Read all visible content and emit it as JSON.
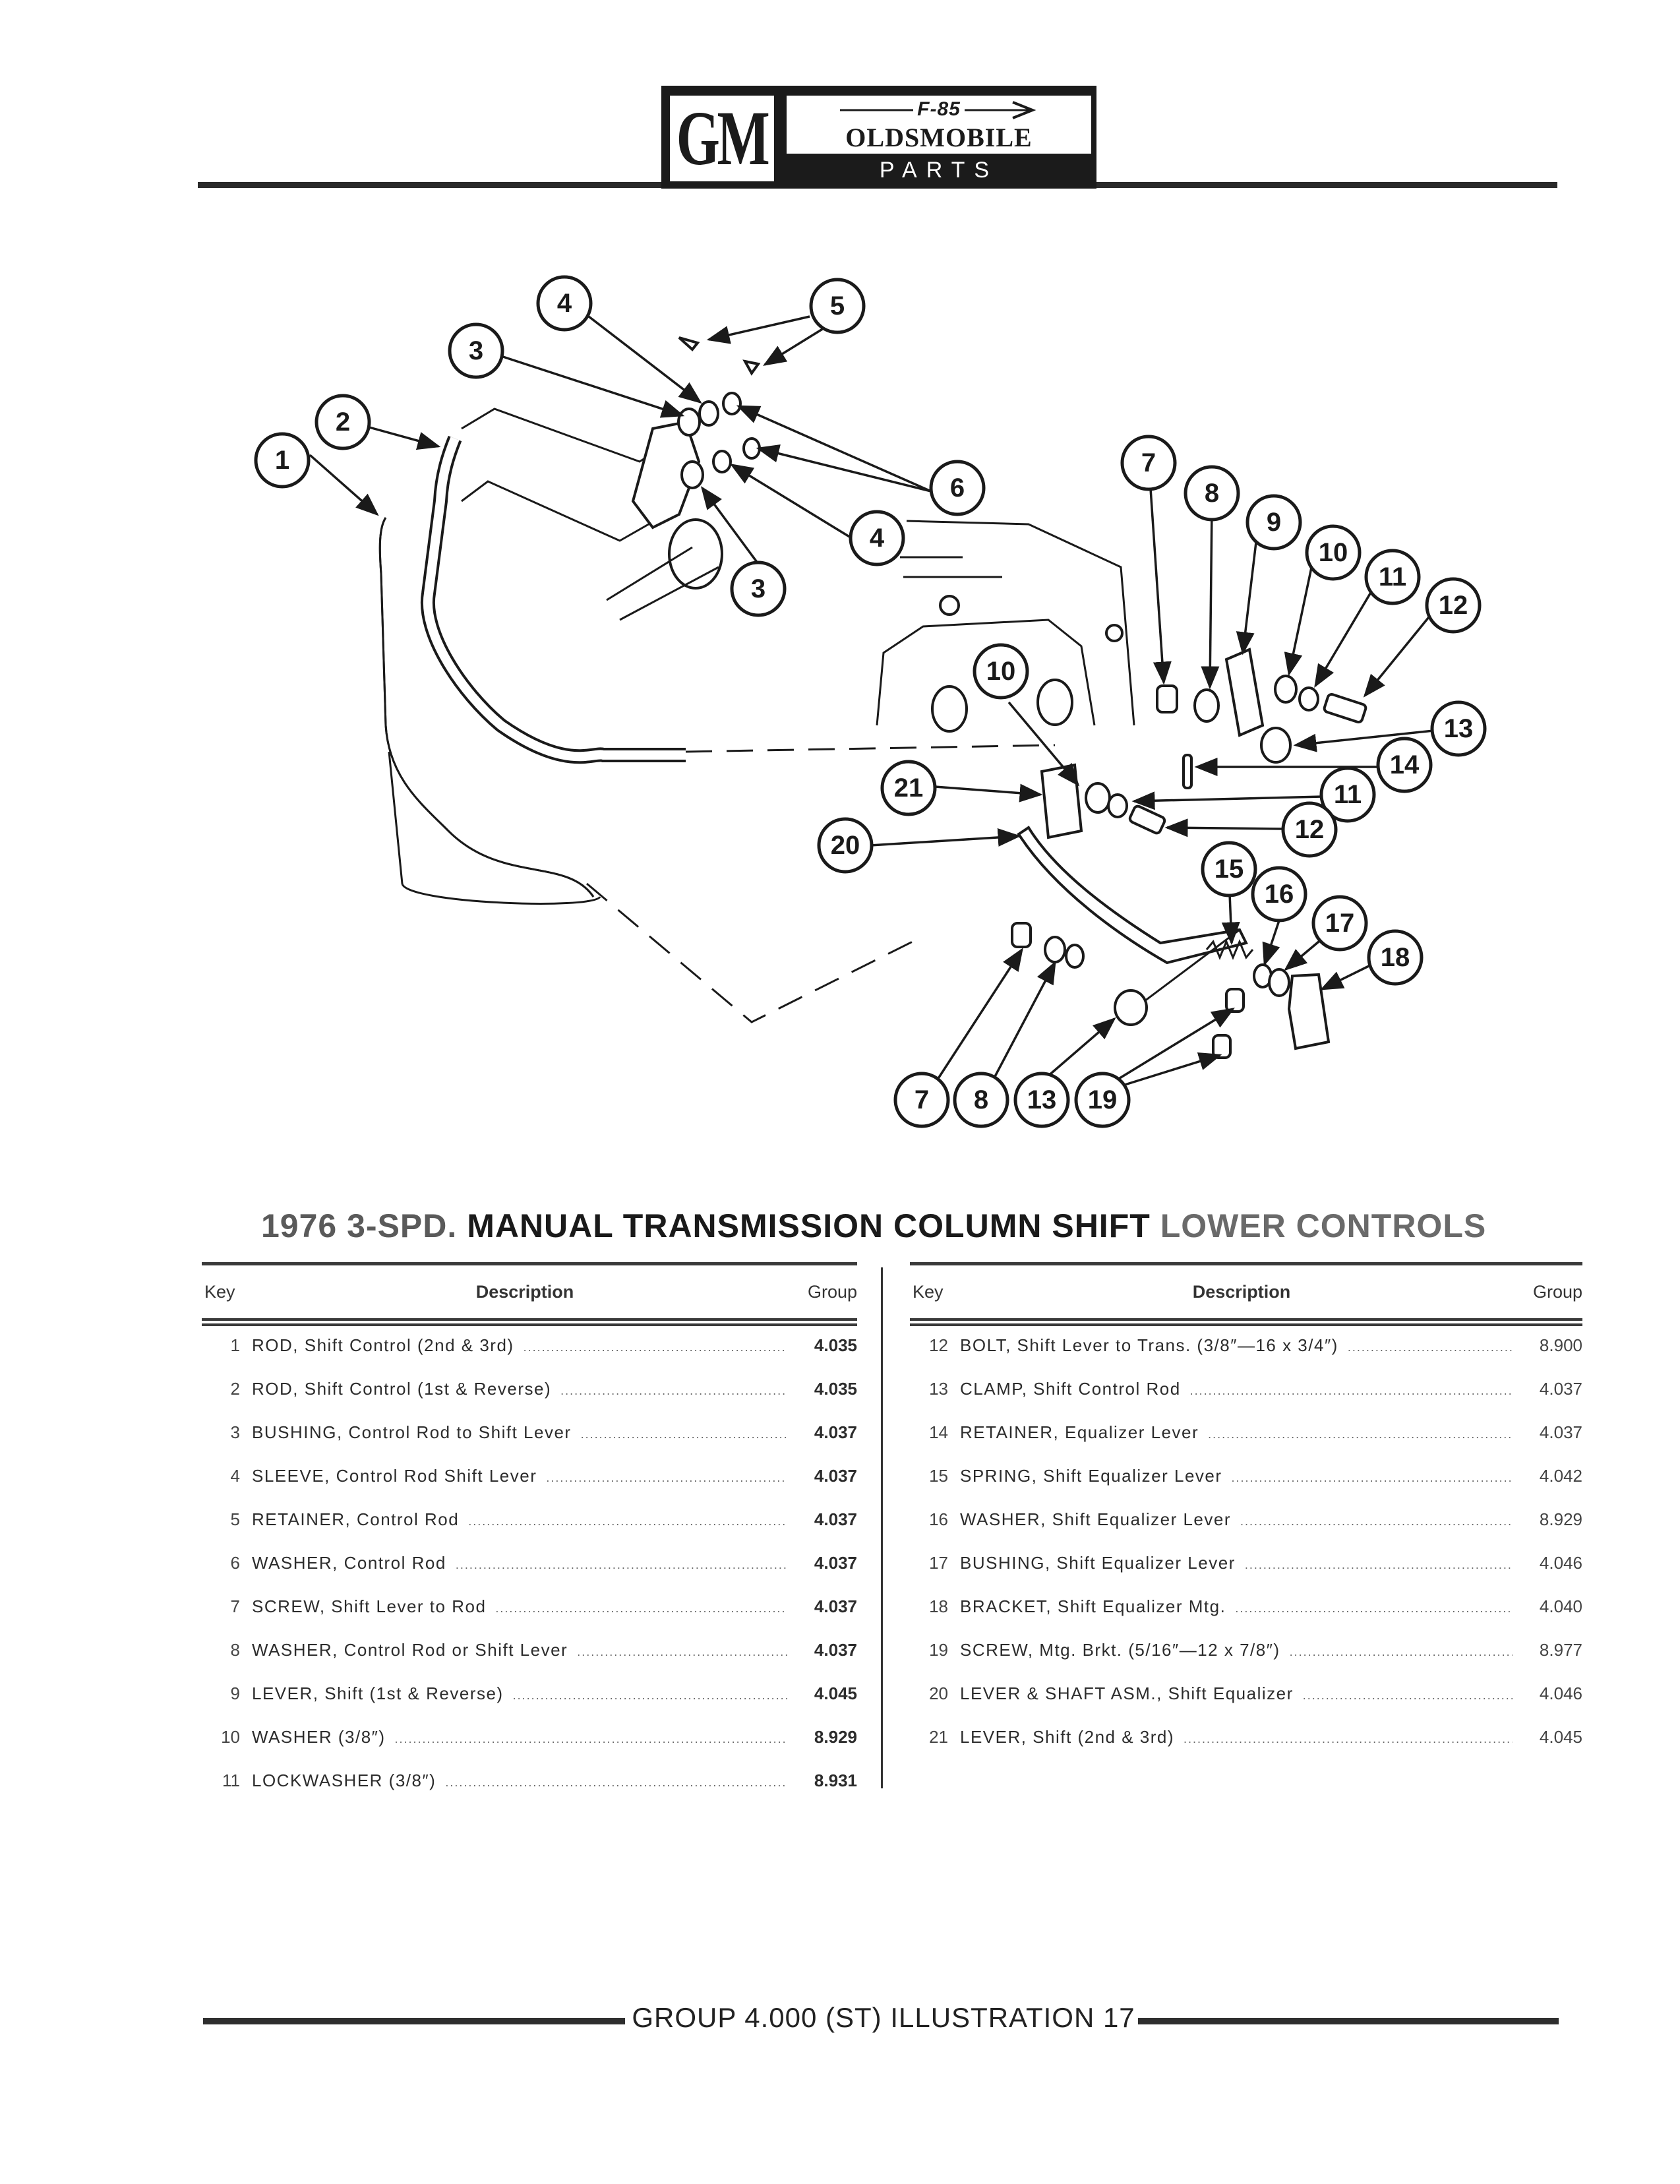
{
  "header": {
    "logo": "GM",
    "model": "F-85",
    "brand": "OLDSMOBILE",
    "subtitle": "PARTS CATALOGUE"
  },
  "illustration": {
    "callouts": [
      "1",
      "2",
      "3",
      "4",
      "5",
      "6",
      "3",
      "4",
      "7",
      "8",
      "9",
      "10",
      "11",
      "12",
      "13",
      "10",
      "14",
      "11",
      "21",
      "12",
      "20",
      "15",
      "16",
      "17",
      "18",
      "7",
      "8",
      "13",
      "19"
    ]
  },
  "title": {
    "part1": "1976 3-SPD.",
    "part2": "MANUAL TRANSMISSION COLUMN SHIFT",
    "part3": "LOWER CONTROLS"
  },
  "table": {
    "headers": {
      "key": "Key",
      "description": "Description",
      "group": "Group"
    },
    "left_rows": [
      {
        "key": "1",
        "description": "ROD, Shift Control (2nd & 3rd)",
        "group": "4.035"
      },
      {
        "key": "2",
        "description": "ROD, Shift Control (1st & Reverse)",
        "group": "4.035"
      },
      {
        "key": "3",
        "description": "BUSHING, Control Rod to Shift Lever",
        "group": "4.037"
      },
      {
        "key": "4",
        "description": "SLEEVE, Control Rod Shift Lever",
        "group": "4.037"
      },
      {
        "key": "5",
        "description": "RETAINER, Control Rod",
        "group": "4.037"
      },
      {
        "key": "6",
        "description": "WASHER, Control Rod",
        "group": "4.037"
      },
      {
        "key": "7",
        "description": "SCREW, Shift Lever to Rod",
        "group": "4.037"
      },
      {
        "key": "8",
        "description": "WASHER, Control Rod or Shift Lever",
        "group": "4.037"
      },
      {
        "key": "9",
        "description": "LEVER, Shift (1st & Reverse)",
        "group": "4.045"
      },
      {
        "key": "10",
        "description": "WASHER (3/8″)",
        "group": "8.929"
      },
      {
        "key": "11",
        "description": "LOCKWASHER (3/8″)",
        "group": "8.931"
      }
    ],
    "right_rows": [
      {
        "key": "12",
        "description": "BOLT, Shift Lever to Trans. (3/8″—16 x 3/4″)",
        "group": "8.900"
      },
      {
        "key": "13",
        "description": "CLAMP, Shift Control Rod",
        "group": "4.037"
      },
      {
        "key": "14",
        "description": "RETAINER, Equalizer Lever",
        "group": "4.037"
      },
      {
        "key": "15",
        "description": "SPRING, Shift Equalizer Lever",
        "group": "4.042"
      },
      {
        "key": "16",
        "description": "WASHER, Shift Equalizer Lever",
        "group": "8.929"
      },
      {
        "key": "17",
        "description": "BUSHING, Shift Equalizer Lever",
        "group": "4.046"
      },
      {
        "key": "18",
        "description": "BRACKET, Shift Equalizer Mtg.",
        "group": "4.040"
      },
      {
        "key": "19",
        "description": "SCREW, Mtg. Brkt. (5/16″—12 x 7/8″)",
        "group": "8.977"
      },
      {
        "key": "20",
        "description": "LEVER & SHAFT ASM., Shift Equalizer",
        "group": "4.046"
      },
      {
        "key": "21",
        "description": "LEVER, Shift (2nd & 3rd)",
        "group": "4.045"
      }
    ]
  },
  "footer": {
    "text": "GROUP 4.000 (ST) ILLUSTRATION 17"
  }
}
